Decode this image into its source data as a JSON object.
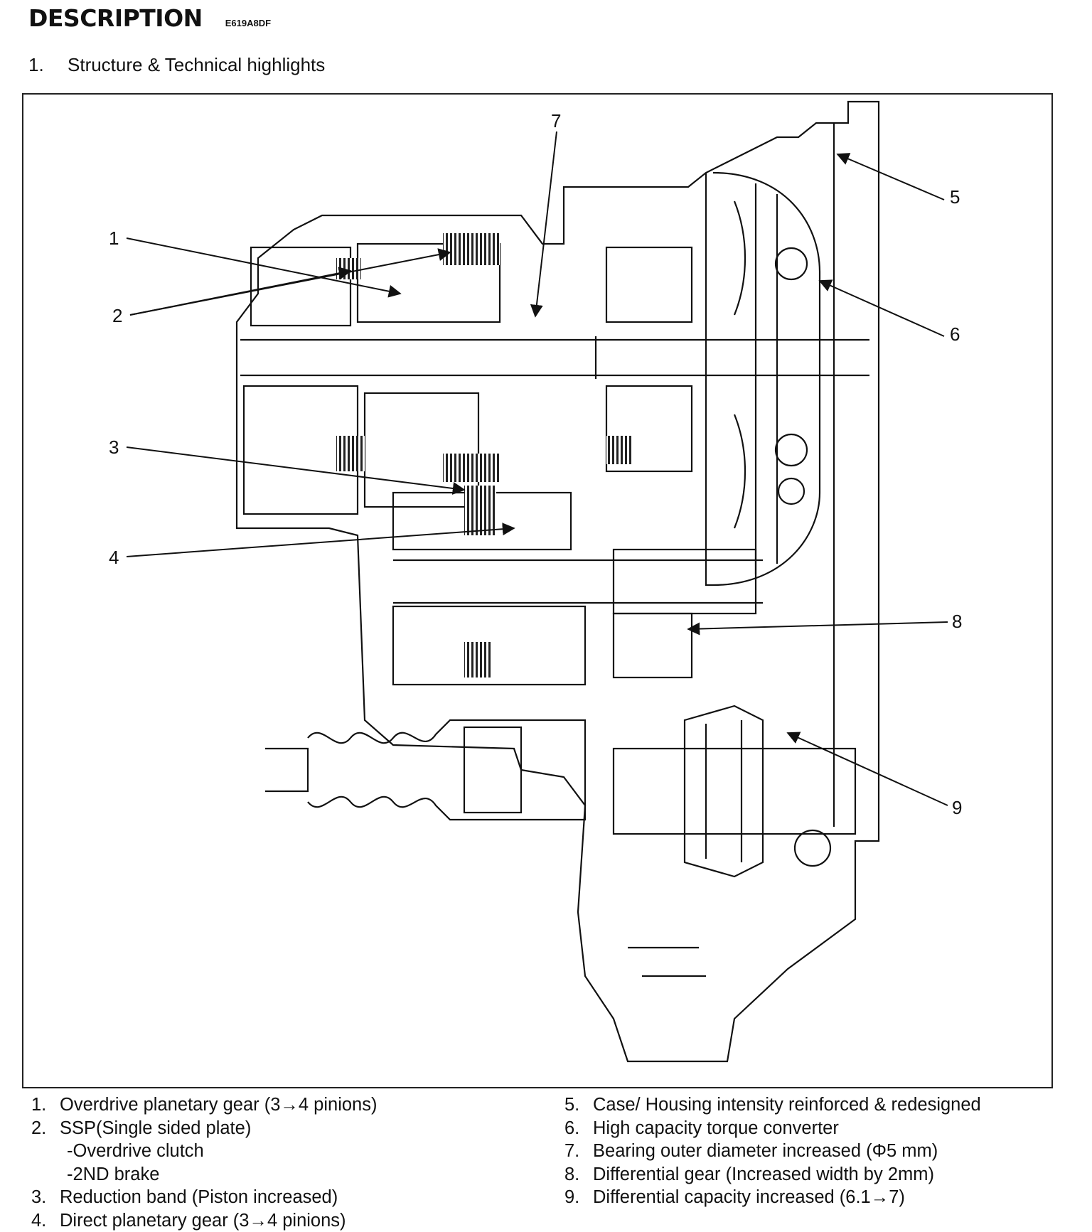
{
  "header": {
    "title": "DESCRIPTION",
    "code": "E619A8DF"
  },
  "section": {
    "number": "1.",
    "title": "Structure & Technical highlights"
  },
  "diagram": {
    "callouts": [
      "1",
      "2",
      "3",
      "4",
      "5",
      "6",
      "7",
      "8",
      "9"
    ]
  },
  "legend": {
    "left": [
      {
        "num": "1.",
        "text": "Overdrive planetary gear (3→4 pinions)"
      },
      {
        "num": "2.",
        "text": "SSP(Single sided plate)",
        "sub": [
          "-Overdrive clutch",
          "-2ND brake"
        ]
      },
      {
        "num": "3.",
        "text": "Reduction band (Piston increased)"
      },
      {
        "num": "4.",
        "text": "Direct planetary gear (3→4 pinions)"
      }
    ],
    "right": [
      {
        "num": "5.",
        "text": "Case/ Housing intensity reinforced & redesigned"
      },
      {
        "num": "6.",
        "text": "High capacity torque converter"
      },
      {
        "num": "7.",
        "text": "Bearing outer diameter increased (Φ5 mm)"
      },
      {
        "num": "8.",
        "text": "Differential gear (Increased width by 2mm)"
      },
      {
        "num": "9.",
        "text": "Differential capacity increased (6.1→7)"
      }
    ]
  }
}
